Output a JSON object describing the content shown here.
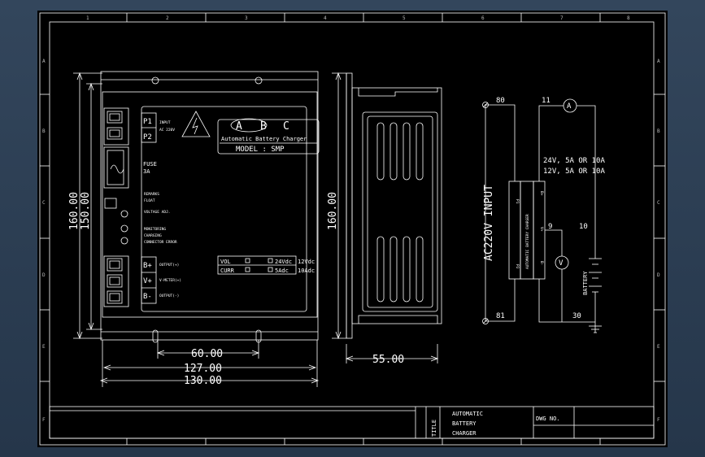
{
  "border": {
    "cols": [
      "1",
      "2",
      "3",
      "4",
      "5",
      "6",
      "7",
      "8"
    ],
    "rows": [
      "A",
      "B",
      "C",
      "D",
      "E",
      "F"
    ]
  },
  "front_panel": {
    "p1": "P1",
    "p2": "P2",
    "input_label": "INPUT",
    "input_volt": "AC 220V",
    "fuse": "FUSE",
    "fuse_rating": "3A",
    "brand_letters": [
      "A",
      "B",
      "C"
    ],
    "brand_name": "Automatic Battery Charger",
    "model": "MODEL : SMP",
    "labels_mid": [
      "VOLTAGE ADJ."
    ],
    "labels_small_1": [
      "REMARKS",
      "FLOAT"
    ],
    "labels_small_2": [
      "MONITORING",
      "CHARGING",
      "CONNECTOR ERROR"
    ],
    "terminals": [
      "B+",
      "V+",
      "B-"
    ],
    "output_labels": [
      "OUTPUT(+)",
      "V-METER(+)",
      "OUTPUT(-)"
    ],
    "vol_label": "VOL",
    "curr_label": "CURR",
    "v24": "24Vdc",
    "v12": "12Vdc",
    "a10": "10Adc",
    "a5": "5Adc"
  },
  "dims": {
    "width_60": "60.00",
    "width_127": "127.00",
    "width_130": "130.00",
    "height_160": "160.00",
    "height_150": "150.00",
    "side_height": "160.00",
    "depth_55": "55.00"
  },
  "schematic": {
    "input": "AC220V INPUT",
    "n80": "80",
    "n81": "81",
    "n11": "11",
    "n9": "9",
    "n10": "10",
    "n30": "30",
    "ammeter": "A",
    "voltmeter": "V",
    "spec1": "24V, 5A OR 10A",
    "spec2": "12V, 5A OR 10A",
    "battery": "BATTERY",
    "module_text": "AUTOMATIC BATTERY CHARGER",
    "pins_left": [
      "P1",
      "P2"
    ],
    "pins_right": [
      "B+",
      "V+",
      "B-"
    ]
  },
  "title_block": {
    "title_label": "TITLE",
    "title_lines": [
      "AUTOMATIC",
      "BATTERY",
      "CHARGER"
    ],
    "dwg_label": "DWG NO."
  }
}
